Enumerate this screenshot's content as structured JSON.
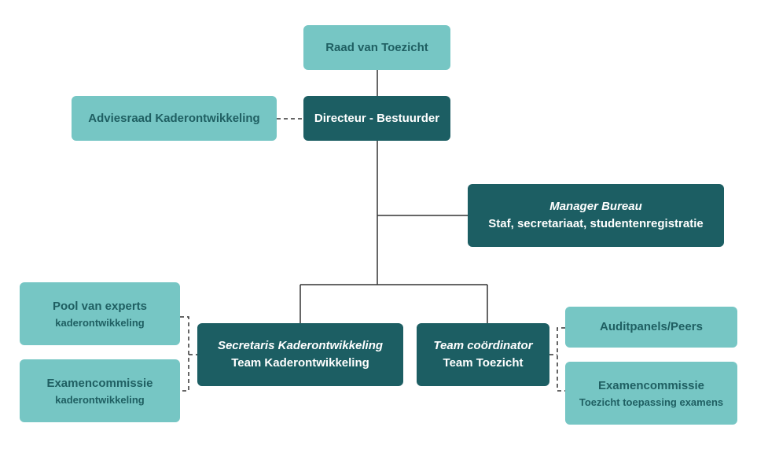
{
  "colors": {
    "light_box": "#76c6c4",
    "dark_box": "#1c5e63",
    "light_text": "#1f5f62",
    "dark_text": "#ffffff",
    "line": "#333333"
  },
  "nodes": {
    "raad": {
      "title": "Raad van Toezicht"
    },
    "adviesraad": {
      "title": "Adviesraad Kaderontwikkeling"
    },
    "directeur": {
      "title": "Directeur - Bestuurder"
    },
    "manager": {
      "role": "Manager Bureau",
      "title": "Staf, secretariaat, studentenregistratie"
    },
    "pool": {
      "title": "Pool van experts",
      "subtitle": "kaderontwikkeling"
    },
    "examen_kader": {
      "title": "Examencommissie",
      "subtitle": "kaderontwikkeling"
    },
    "secretaris": {
      "role": "Secretaris Kaderontwikkeling",
      "title": "Team Kaderontwikkeling"
    },
    "team_coord": {
      "role": "Team coördinator",
      "title": "Team Toezicht"
    },
    "auditpanels": {
      "title": "Auditpanels/Peers"
    },
    "examen_toezicht": {
      "title": "Examencommissie",
      "subtitle": "Toezicht toepassing examens"
    }
  }
}
